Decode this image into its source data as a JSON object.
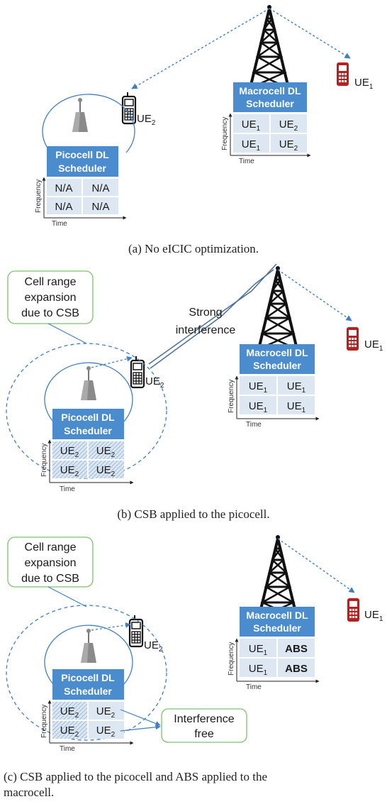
{
  "panel_a": {
    "macro": {
      "title_line1": "Macrocell DL",
      "title_line2": "Scheduler",
      "cells": [
        "UE1",
        "UE2",
        "UE1",
        "UE2"
      ]
    },
    "pico": {
      "title_line1": "Picocell DL",
      "title_line2": "Scheduler",
      "cells": [
        "N/A",
        "N/A",
        "N/A",
        "N/A"
      ]
    },
    "ue_far": "UE",
    "ue_far_sub": "1",
    "ue_near": "UE",
    "ue_near_sub": "2",
    "caption": "(a) No eICIC optimization."
  },
  "panel_b": {
    "macro": {
      "title_line1": "Macrocell DL",
      "title_line2": "Scheduler",
      "cells": [
        "UE1",
        "UE1",
        "UE1",
        "UE1"
      ]
    },
    "pico": {
      "title_line1": "Picocell DL",
      "title_line2": "Scheduler",
      "cells": [
        "UE2",
        "UE2",
        "UE2",
        "UE2"
      ]
    },
    "callout_line1": "Cell range",
    "callout_line2": "expansion",
    "callout_line3": "due to CSB",
    "interference_line1": "Strong",
    "interference_line2": "interference",
    "ue_far": "UE",
    "ue_far_sub": "1",
    "ue_near": "UE",
    "ue_near_sub": "2",
    "caption": "(b) CSB applied to the picocell."
  },
  "panel_c": {
    "macro": {
      "title_line1": "Macrocell DL",
      "title_line2": "Scheduler",
      "cells": [
        "UE1",
        "ABS",
        "UE1",
        "ABS"
      ]
    },
    "pico": {
      "title_line1": "Picocell DL",
      "title_line2": "Scheduler",
      "cells": [
        "UE2",
        "UE2",
        "UE2",
        "UE2"
      ]
    },
    "callout_line1": "Cell range",
    "callout_line2": "expansion",
    "callout_line3": "due to CSB",
    "free_line1": "Interference",
    "free_line2": "free",
    "ue_far": "UE",
    "ue_far_sub": "1",
    "ue_near": "UE",
    "ue_near_sub": "2",
    "caption_line1": "(c) CSB applied to the picocell and ABS applied to the",
    "caption_line2": "macrocell."
  },
  "axis": {
    "frequency": "Frequency",
    "time": "Time"
  },
  "colors": {
    "header": "#4a8ccd",
    "cell": "#dde7f2",
    "cell_border": "#ffffff",
    "link": "#3f7fc6",
    "phone": "#b81f1f",
    "callout": "#7cc36b"
  }
}
